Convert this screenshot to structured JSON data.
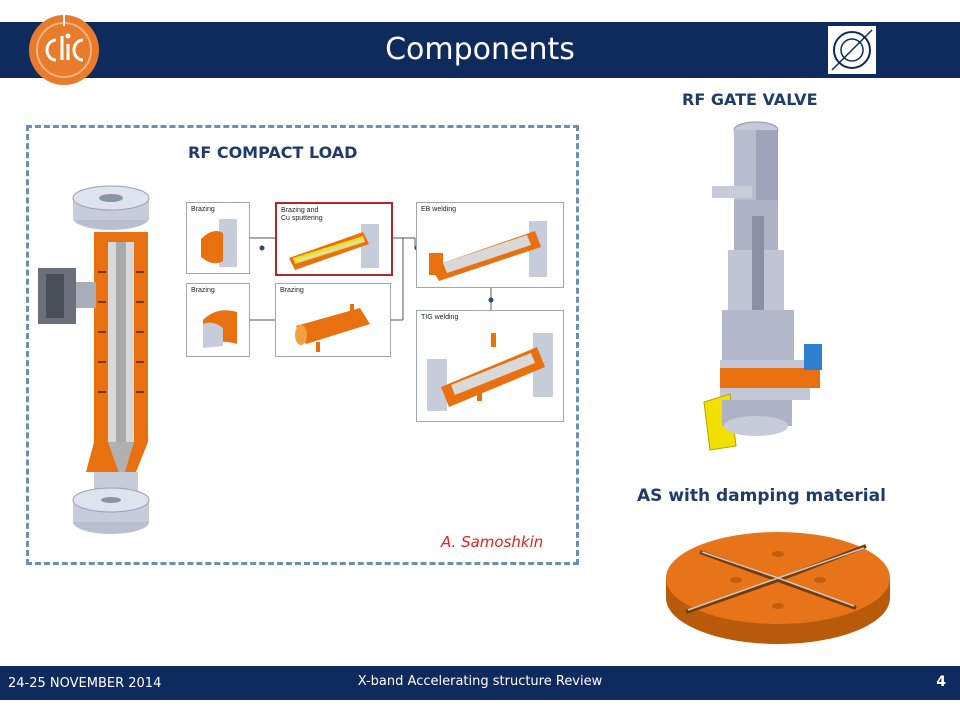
{
  "header": {
    "title": "Components"
  },
  "labels": {
    "rf_compact_load": "RF COMPACT LOAD",
    "rf_gate_valve": "RF GATE VALVE",
    "as_damping": "AS with damping material",
    "author": "A. Samoshkin"
  },
  "process": {
    "steps": [
      {
        "label": "Brazing"
      },
      {
        "label": "Brazing and\nCu sputtering"
      },
      {
        "label": "EB welding"
      },
      {
        "label": "Brazing"
      },
      {
        "label": "Brazing"
      },
      {
        "label": "TIG welding"
      }
    ]
  },
  "footer": {
    "date": "24-25 NOVEMBER 2014",
    "review": "X-band Accelerating structure Review",
    "page": "4"
  },
  "colors": {
    "navy": "#0f2a5c",
    "orange": "#e8700e",
    "accent_red": "#e02020"
  }
}
